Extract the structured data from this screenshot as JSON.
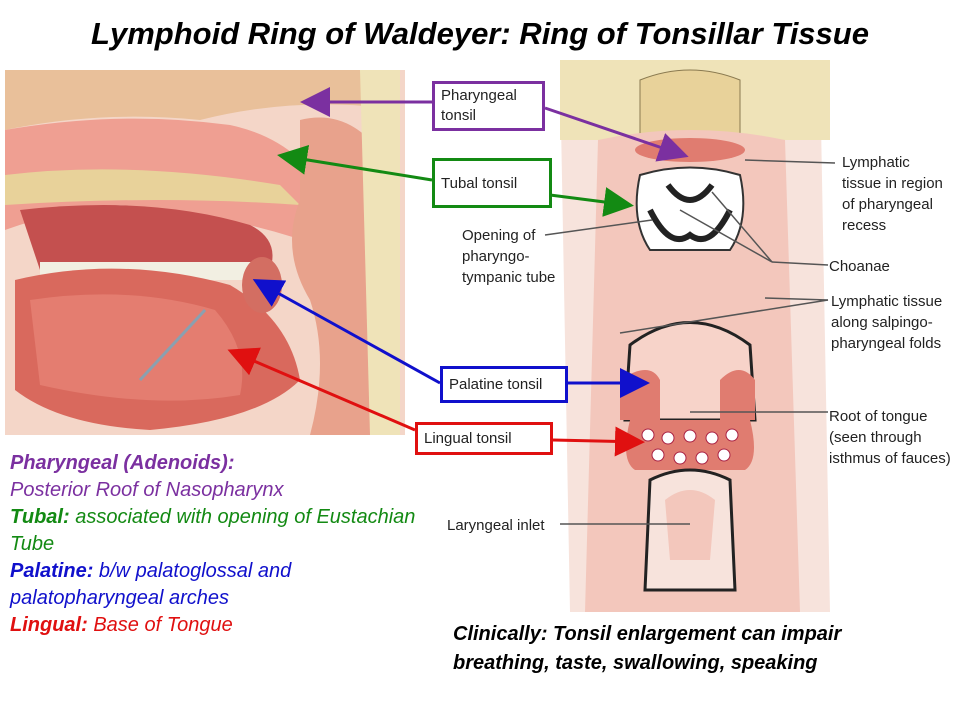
{
  "title": "Lymphoid Ring of Waldeyer: Ring of Tonsillar Tissue",
  "boxes": {
    "pharyngeal": "Pharyngeal tonsil",
    "tubal": "Tubal tonsil",
    "palatine": "Palatine tonsil",
    "lingual": "Lingual tonsil"
  },
  "labels": {
    "opening": "Opening of pharyngo-tympanic tube",
    "lymphatic_recess": "Lymphatic tissue in region of pharyngeal recess",
    "choanae": "Choanae",
    "lymphatic_folds": "Lymphatic tissue along salpingo-pharyngeal folds",
    "root_tongue": "Root of tongue (seen through isthmus of fauces)",
    "laryngeal": "Laryngeal inlet"
  },
  "legend": {
    "pharyngeal_head": "Pharyngeal (Adenoids):",
    "pharyngeal_text": "Posterior Roof of Nasopharynx",
    "tubal_head": "Tubal:",
    "tubal_text": " associated with opening of Eustachian Tube",
    "palatine_head": "Palatine:",
    "palatine_text": " b/w palatoglossal and palatopharyngeal arches",
    "lingual_head": "Lingual:",
    "lingual_text": " Base of Tongue"
  },
  "clinical": "Clinically: Tonsil enlargement can impair breathing, taste, swallowing, speaking",
  "colors": {
    "pharyngeal": "#7b30a0",
    "tubal": "#138a13",
    "palatine": "#1010cc",
    "lingual": "#e01010",
    "tissue": "#e8847a",
    "bone": "#efe3b8"
  }
}
